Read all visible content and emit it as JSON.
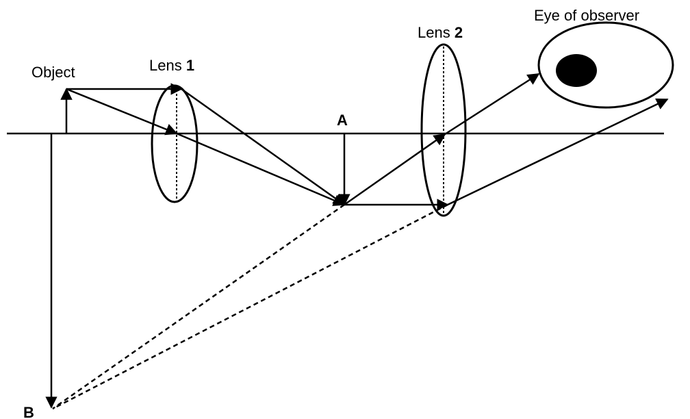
{
  "labels": {
    "object": "Object",
    "lens1_prefix": "Lens ",
    "lens1_number": "1",
    "lens2_prefix": "Lens ",
    "lens2_number": "2",
    "eye": "Eye of observer",
    "point_a": "A",
    "point_b": "B"
  },
  "colors": {
    "stroke": "#000000",
    "background": "#ffffff"
  }
}
